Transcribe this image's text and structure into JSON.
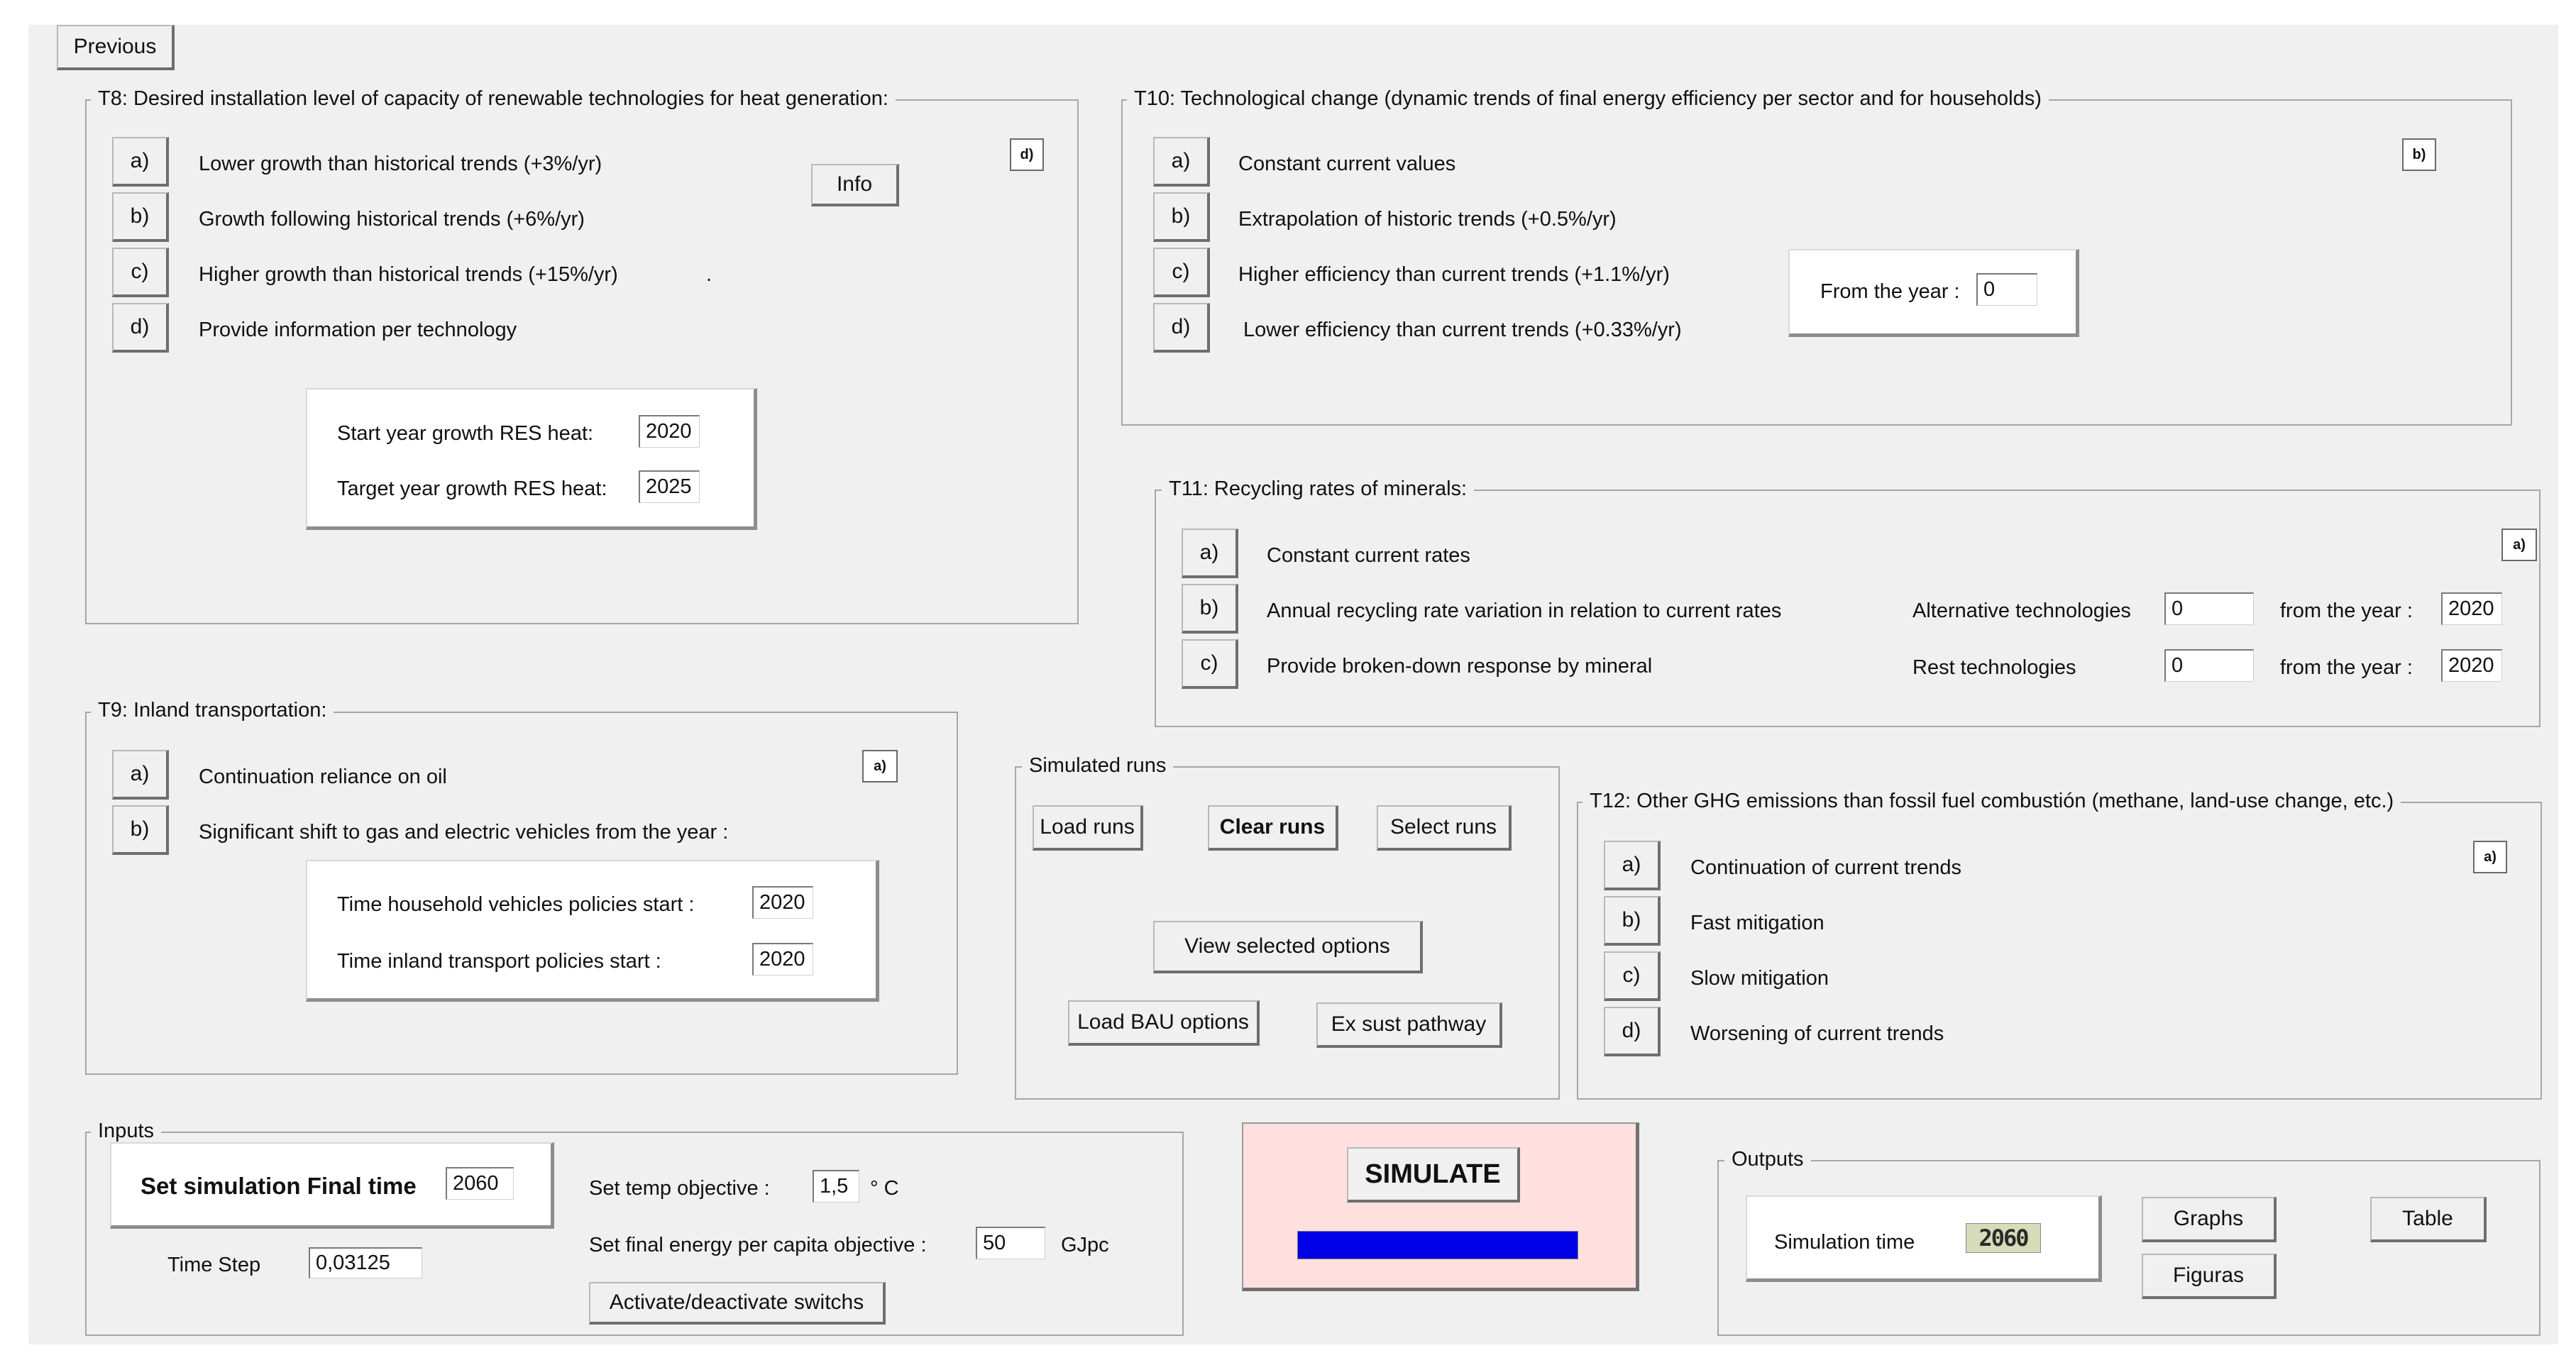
{
  "nav": {
    "previous": "Previous"
  },
  "t8": {
    "title": "T8: Desired installation level of capacity of renewable technologies for heat generation:",
    "options": [
      {
        "key": "a)",
        "label": "Lower growth than historical trends (+3%/yr)"
      },
      {
        "key": "b)",
        "label": "Growth following historical trends (+6%/yr)"
      },
      {
        "key": "c)",
        "label": "Higher growth than historical trends (+15%/yr)"
      },
      {
        "key": "d)",
        "label": "Provide information per technology"
      }
    ],
    "stray": ".",
    "info_button": "Info",
    "selected": "d)",
    "start_year_label": "Start year growth RES heat:",
    "start_year_value": "2020",
    "target_year_label": "Target year growth RES heat:",
    "target_year_value": "2025"
  },
  "t9": {
    "title": "T9: Inland transportation:",
    "options": [
      {
        "key": "a)",
        "label": "Continuation reliance on oil"
      },
      {
        "key": "b)",
        "label": "Significant shift to gas and electric vehicles from the year :"
      }
    ],
    "selected": "a)",
    "household_label": "Time household vehicles policies start :",
    "household_value": "2020",
    "inland_label": "Time inland transport policies start :",
    "inland_value": "2020"
  },
  "t10": {
    "title": "T10: Technological change (dynamic trends of final energy efficiency per sector and for households)",
    "options": [
      {
        "key": "a)",
        "label": "Constant current values"
      },
      {
        "key": "b)",
        "label": "Extrapolation of historic trends (+0.5%/yr)"
      },
      {
        "key": "c)",
        "label": "Higher efficiency than current trends (+1.1%/yr)"
      },
      {
        "key": "d)",
        "label": "Lower efficiency than current trends (+0.33%/yr)"
      }
    ],
    "selected": "b)",
    "from_year_label": "From the year :",
    "from_year_value": "0"
  },
  "t11": {
    "title": "T11: Recycling rates of minerals:",
    "options": [
      {
        "key": "a)",
        "label": "Constant current rates"
      },
      {
        "key": "b)",
        "label": "Annual recycling rate variation in relation to current rates"
      },
      {
        "key": "c)",
        "label": "Provide broken-down response by mineral"
      }
    ],
    "selected": "a)",
    "alt_label": "Alternative technologies",
    "alt_value": "0",
    "rest_label": "Rest technologies",
    "rest_value": "0",
    "from_year_label": "from the year :",
    "alt_year": "2020",
    "rest_year": "2020"
  },
  "t12": {
    "title": "T12: Other GHG emissions than fossil fuel combustión (methane, land-use change, etc.)",
    "options": [
      {
        "key": "a)",
        "label": "Continuation of current trends"
      },
      {
        "key": "b)",
        "label": "Fast mitigation"
      },
      {
        "key": "c)",
        "label": "Slow mitigation"
      },
      {
        "key": "d)",
        "label": "Worsening of current trends"
      }
    ],
    "selected": "a)"
  },
  "runs": {
    "title": "Simulated runs",
    "load_runs": "Load runs",
    "clear_runs": "Clear runs",
    "select_runs": "Select runs",
    "view_selected": "View selected options",
    "load_bau": "Load BAU options",
    "ex_sust": "Ex sust pathway"
  },
  "inputs": {
    "title": "Inputs",
    "final_time_label": "Set simulation Final time",
    "final_time_value": "2060",
    "time_step_label": "Time Step",
    "time_step_value": "0,03125",
    "temp_label": "Set temp objective :",
    "temp_value": "1,5",
    "temp_unit": "° C",
    "energy_label": "Set final energy per capita objective :",
    "energy_value": "50",
    "energy_unit": "GJpc",
    "switches_button": "Activate/deactivate switchs"
  },
  "simulate": {
    "label": "SIMULATE",
    "progress": 1.0,
    "progress_color": "#0000e6",
    "bg_color": "#ffe0de"
  },
  "outputs": {
    "title": "Outputs",
    "sim_time_label": "Simulation time",
    "sim_time_value": "2060",
    "graphs": "Graphs",
    "figuras": "Figuras",
    "table": "Table"
  }
}
